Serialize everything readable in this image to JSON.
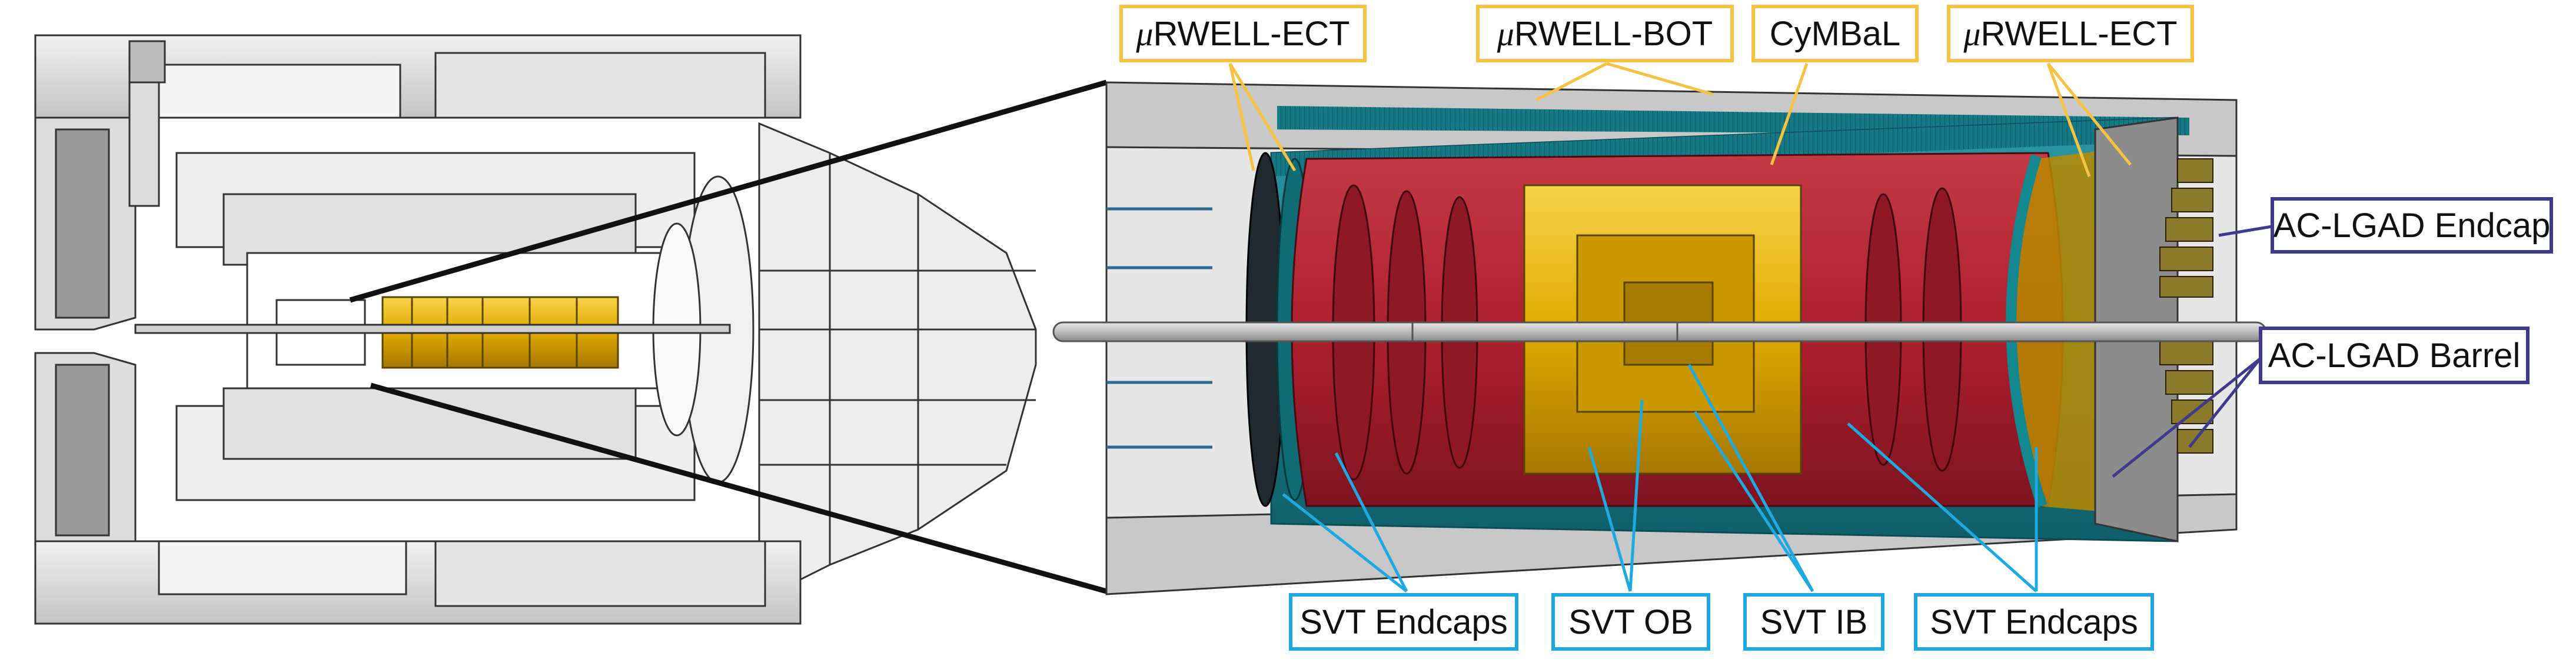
{
  "labels": {
    "urwell_ect_left": {
      "prefix": "μ",
      "text": "RWELL-ECT"
    },
    "urwell_bot": {
      "prefix": "μ",
      "text": "RWELL-BOT"
    },
    "cymbal": "CyMBaL",
    "urwell_ect_right": {
      "prefix": "μ",
      "text": "RWELL-ECT"
    },
    "ac_lgad_endcap": "AC-LGAD Endcap",
    "ac_lgad_barrel": "AC-LGAD Barrel",
    "svt_endcaps_left": "SVT Endcaps",
    "svt_ob": "SVT OB",
    "svt_ib": "SVT IB",
    "svt_endcaps_right": "SVT Endcaps"
  },
  "colors": {
    "gold_border": "#f5c242",
    "cyan_border": "#1fa9e1",
    "purple_border": "#3f3a8e",
    "callout_gold": "#f5c242",
    "callout_cyan": "#1fa9e1",
    "callout_purple": "#3f3a8e",
    "silicon_gold": "#e3b000",
    "red_disk": "#b0202e",
    "teal_shell": "#157a86",
    "detector_gray": "#d9d9d9"
  }
}
